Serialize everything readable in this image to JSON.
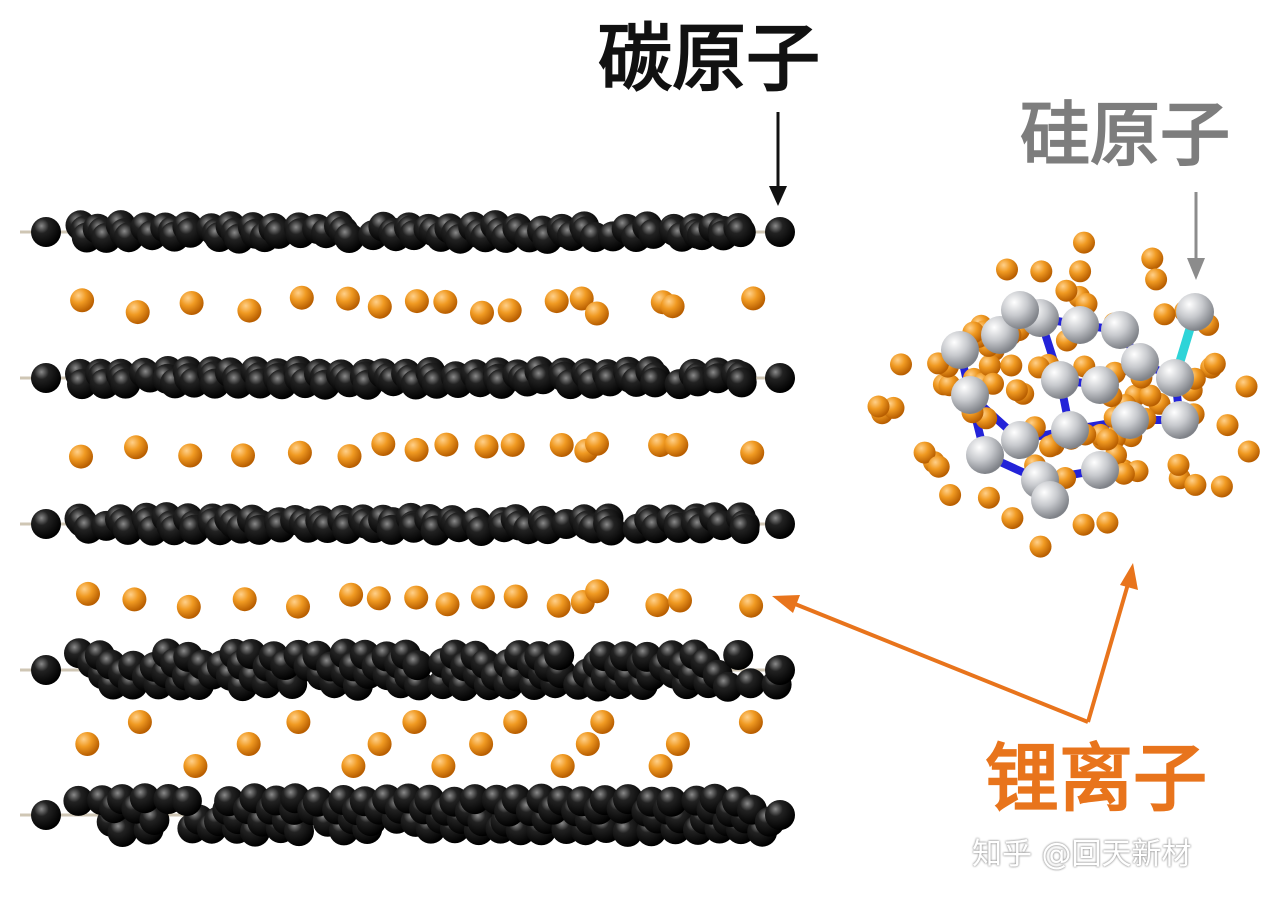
{
  "labels": {
    "carbon": "碳原子",
    "silicon": "硅原子",
    "lithium": "锂离子"
  },
  "watermark": "知乎 @回天新材",
  "colors": {
    "carbon": "#0b0b0b",
    "lithium": "#e88a16",
    "silicon": "#c5c7cb",
    "bond": "#2323d8",
    "bond_highlight": "#2ed4d8",
    "carbon_label": "#111111",
    "silicon_label": "#7d7d7d",
    "lithium_label": "#e8741c",
    "arrow_black": "#111111",
    "arrow_gray": "#8c8c8c",
    "arrow_orange": "#e8741c"
  }
}
